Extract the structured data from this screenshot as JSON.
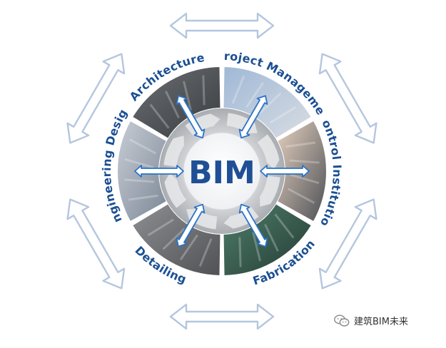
{
  "center": {
    "label": "BIM"
  },
  "segments": [
    {
      "id": "architecture",
      "label": "Architecture"
    },
    {
      "id": "project-management",
      "label": "Project Management"
    },
    {
      "id": "control-institution",
      "label": "Control Institution"
    },
    {
      "id": "fabrication",
      "label": "Fabrication"
    },
    {
      "id": "detailing",
      "label": "Detailing"
    },
    {
      "id": "engineering-design",
      "label": "Engineering Design"
    }
  ],
  "watermark": {
    "text": "建筑BIM未来",
    "icon": "wechat-icon"
  },
  "colors": {
    "label_blue": "#1b4f93",
    "arrow_fill": "#ffffff",
    "arrow_stroke": "#b5c6de",
    "inner_arrow": "#2a73c9",
    "gray_ring": "#c4c6c9"
  }
}
